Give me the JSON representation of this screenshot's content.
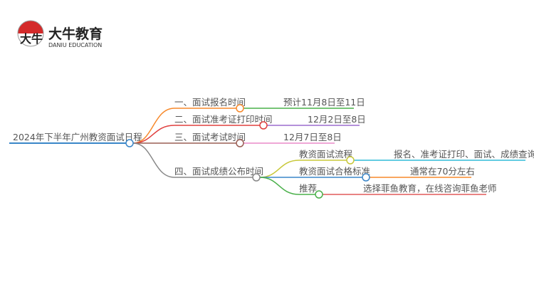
{
  "logo": {
    "name": "大牛教育",
    "subtitle": "DANIU EDUCATION",
    "mark": "大牛"
  },
  "root": {
    "label": "2024年下半年广州教资面试日程"
  },
  "branches": [
    {
      "label": "一、面试报名时间",
      "leaf": "预计11月8日至11日",
      "color": "#f7892b",
      "leaf_color": "#4ab04a"
    },
    {
      "label": "二、面试准考证打印时间",
      "leaf": "12月2日至8日",
      "color": "#e0403f",
      "leaf_color": "#9b6ccd"
    },
    {
      "label": "三、面试考试时间",
      "leaf": "12月7日至8日",
      "color": "#9a5e55",
      "leaf_color": "#ea8ac8"
    },
    {
      "label": "四、面试成绩公布时间",
      "color": "#888888",
      "children": [
        {
          "label": "教资面试流程",
          "leaf": "报名、准考证打印、面试、成绩查询",
          "color": "#c8c83a",
          "leaf_color": "#30bcd8"
        },
        {
          "label": "教资面试合格标准",
          "leaf": "通常在70分左右",
          "color": "#3a86c8",
          "leaf_color": "#f7892b"
        },
        {
          "label": "推荐",
          "leaf": "选择菲鱼教育，在线咨询菲鱼老师",
          "color": "#4ab04a",
          "leaf_color": "#e05a5a"
        }
      ]
    }
  ],
  "root_color": "#3a86c8"
}
